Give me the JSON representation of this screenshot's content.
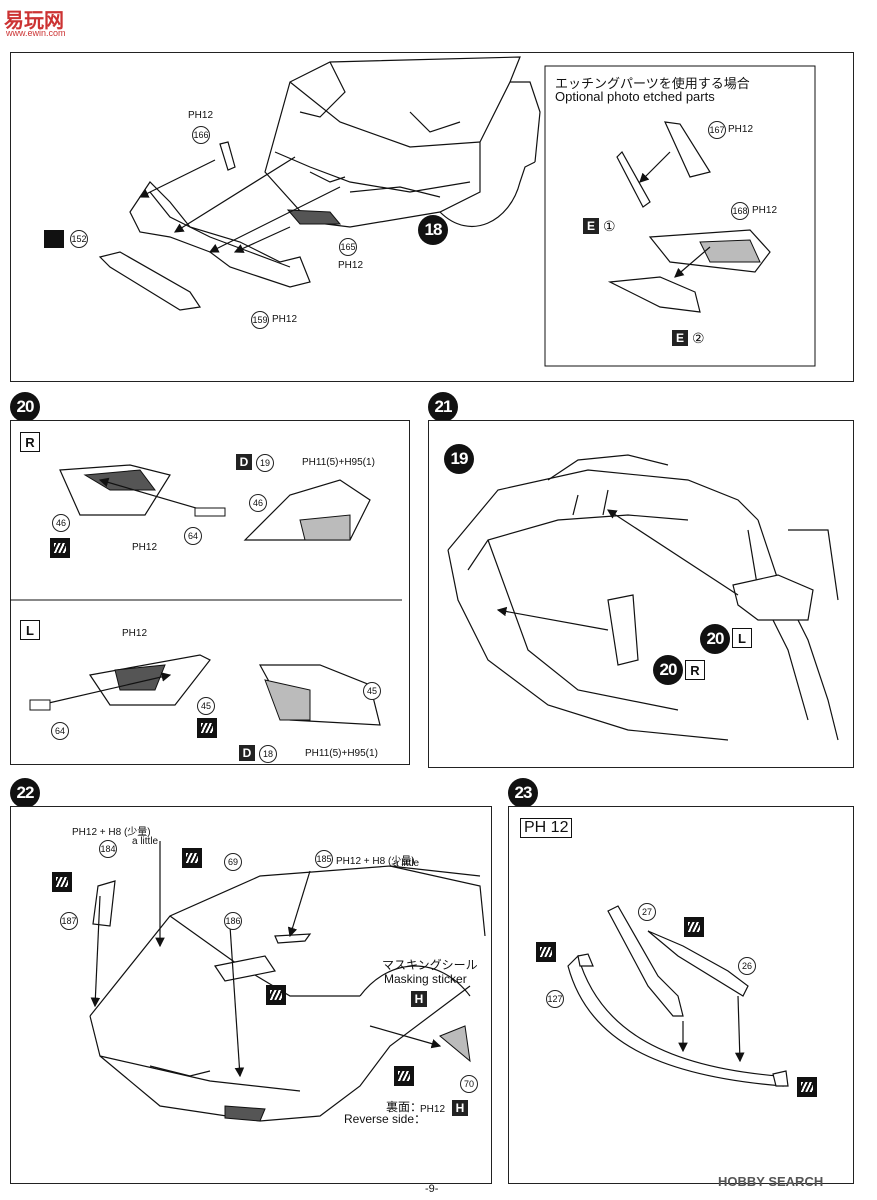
{
  "watermark": {
    "logo": "易玩网",
    "url": "www.ewin.com"
  },
  "step18": {
    "number": "18",
    "parts": {
      "p166": "166",
      "p152": "152",
      "p165": "165",
      "p159": "159"
    },
    "paint": "PH12",
    "inset": {
      "title_jp": "エッチングパーツを使用する場合",
      "title_en": "Optional photo etched parts",
      "p167": "167",
      "p168": "168",
      "e1": "①",
      "e2": "②",
      "paint": "PH12"
    }
  },
  "step20": {
    "number": "20",
    "R": {
      "label": "R",
      "p46": "46",
      "p64": "64",
      "decal_letter": "D",
      "decal_num": "19",
      "paint_code": "PH11(5)+H95(1)",
      "paint": "PH12"
    },
    "L": {
      "label": "L",
      "p45": "45",
      "p64": "64",
      "decal_letter": "D",
      "decal_num": "18",
      "paint_code": "PH11(5)+H95(1)",
      "paint": "PH12"
    }
  },
  "step21": {
    "number": "21",
    "p19": "19",
    "l20L": "20",
    "L": "L",
    "l20R": "20",
    "R": "R"
  },
  "step22": {
    "number": "22",
    "paint_184": "PH12 + H8 (少量)",
    "a_little": "a little",
    "p184": "184",
    "p69": "69",
    "p185": "185",
    "p187": "187",
    "p186": "186",
    "p70": "70",
    "paint_185": "PH12 + H8 (少量)",
    "masking_jp": "マスキングシール",
    "masking_en": "Masking sticker",
    "reverse_jp": "裏面：",
    "reverse_en": "Reverse side：",
    "reverse_paint": "PH12"
  },
  "step23": {
    "number": "23",
    "paint_tag": "PH 12",
    "p27": "27",
    "p26": "26",
    "p127": "127"
  },
  "footer": {
    "page": "-9-",
    "brand": "HOBBY SEARCH"
  }
}
